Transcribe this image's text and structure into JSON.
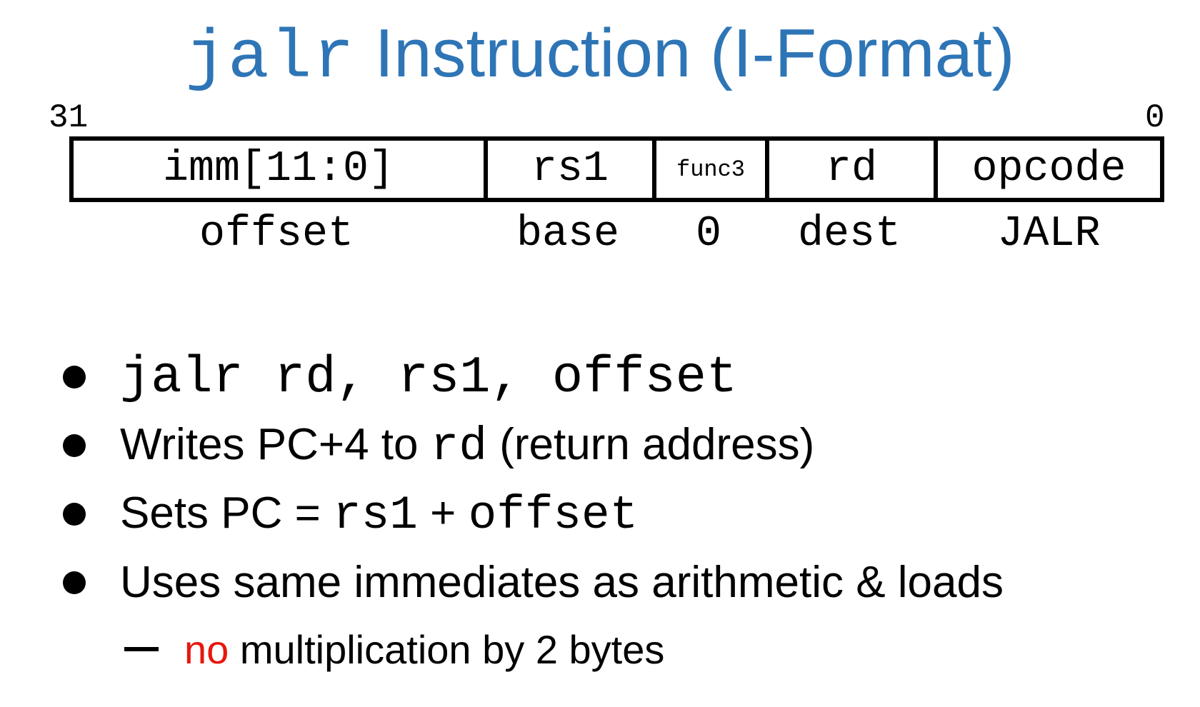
{
  "colors": {
    "title": "#2E75B6",
    "text": "#000000",
    "highlight": "#E8160C"
  },
  "title": {
    "mnemonic": "jalr",
    "rest": "Instruction (I-Format)"
  },
  "bits": {
    "high": "31",
    "low": "0"
  },
  "fields": [
    {
      "label": "imm[11:0]",
      "desc": "offset"
    },
    {
      "label": "rs1",
      "desc": "base"
    },
    {
      "label": "func3",
      "desc": "0"
    },
    {
      "label": "rd",
      "desc": "dest"
    },
    {
      "label": "opcode",
      "desc": "JALR"
    }
  ],
  "bullets": {
    "b1": {
      "code": "jalr rd, rs1, offset"
    },
    "b2": {
      "pre": "Writes PC+4 to",
      "code": "rd",
      "post": "(return address)"
    },
    "b3": {
      "pre": "Sets PC =",
      "code1": "rs1",
      "op": "+",
      "code2": "offset"
    },
    "b4": {
      "text": "Uses same immediates as arithmetic & loads"
    },
    "sub": {
      "highlight": "no",
      "rest": "multiplication by 2 bytes"
    }
  }
}
